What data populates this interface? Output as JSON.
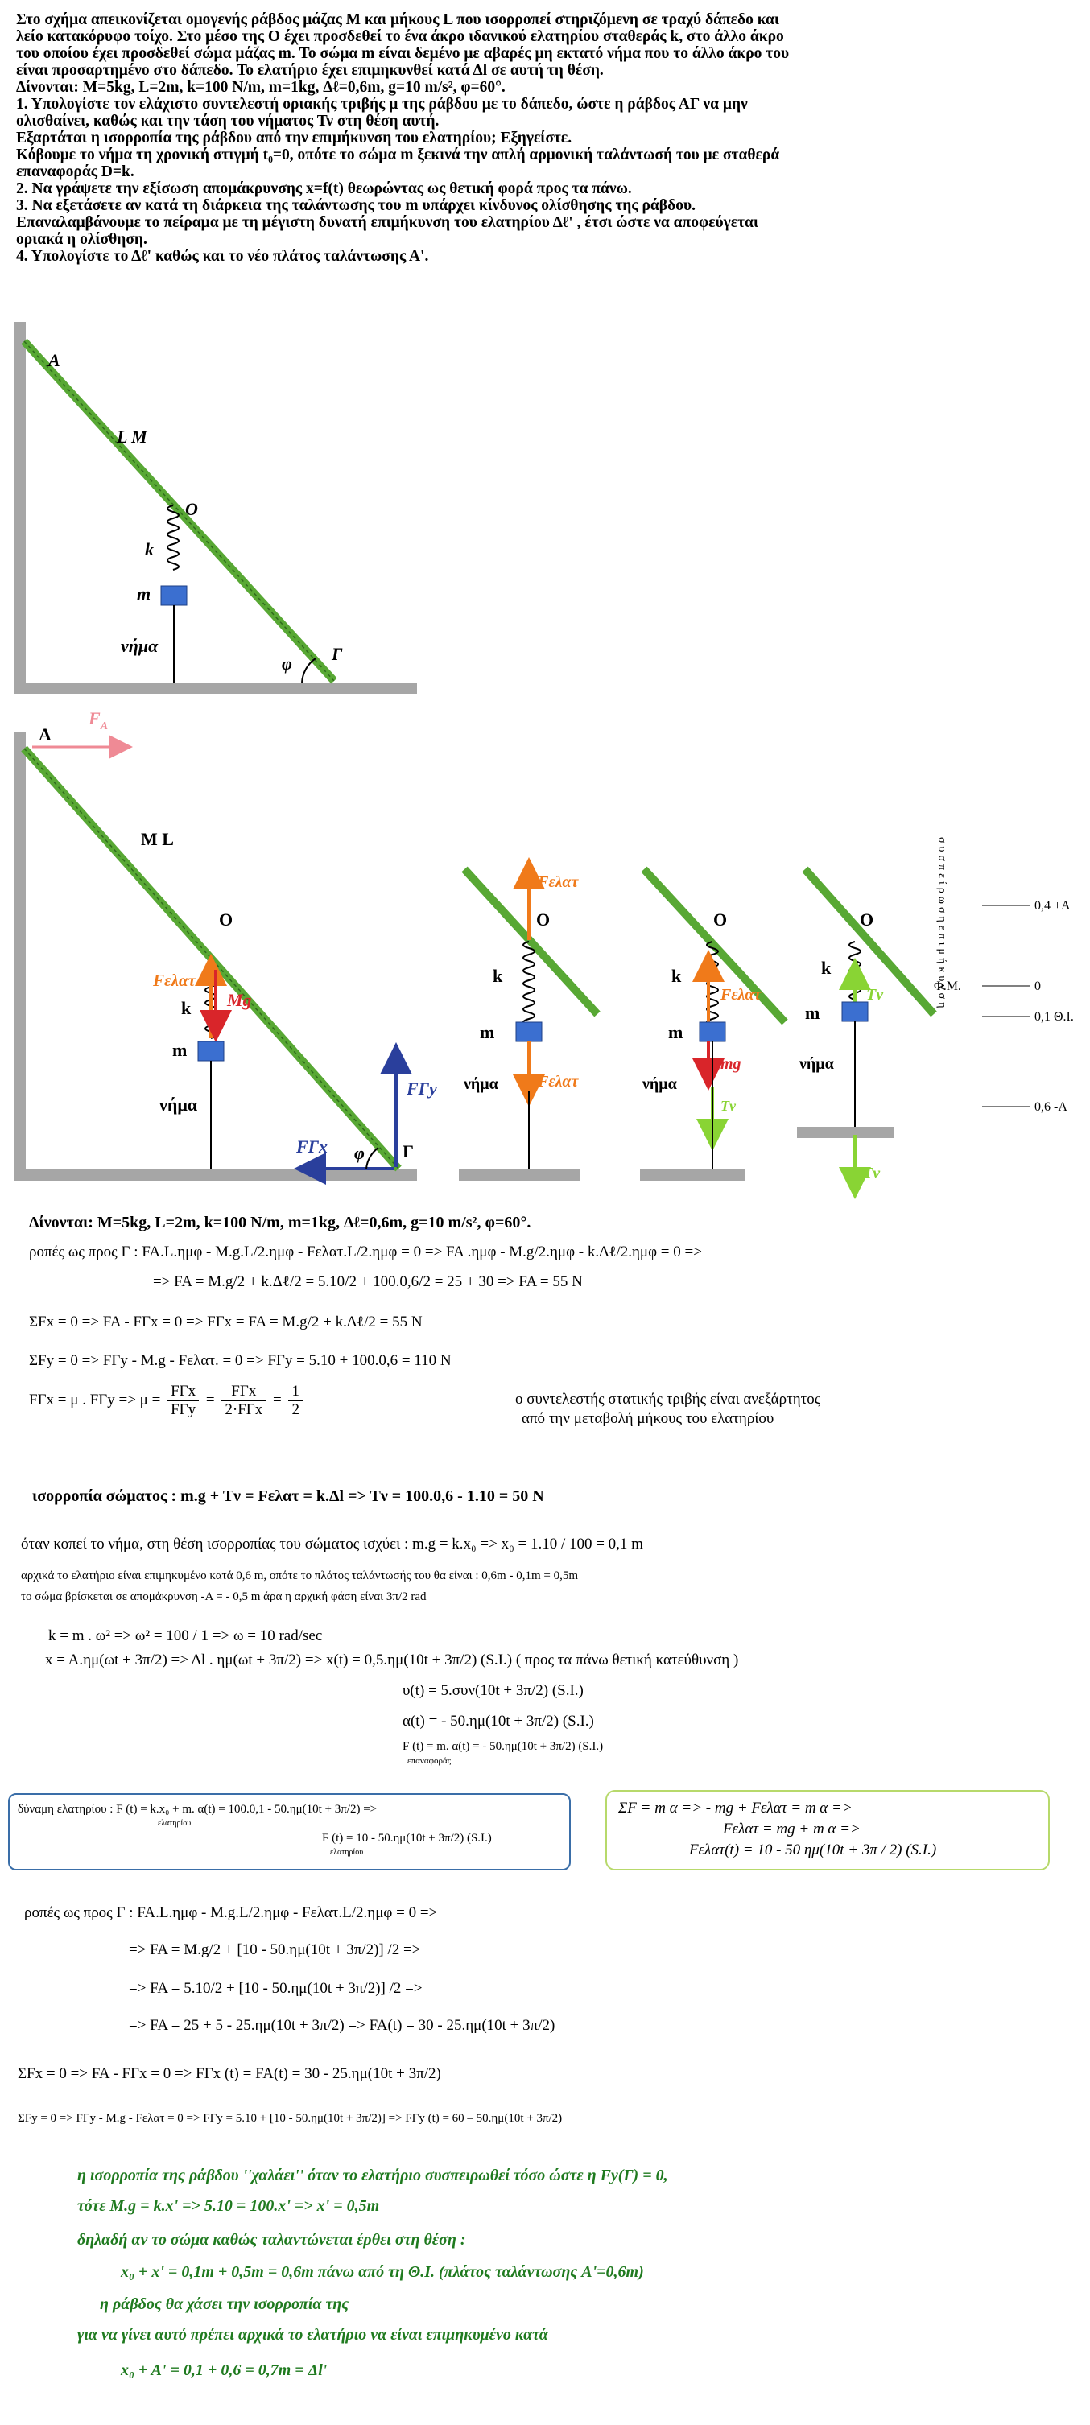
{
  "problem": {
    "lines": [
      "Στο σχήμα απεικονίζεται ομογενής ράβδος μάζας Μ και μήκους L που ισορροπεί στηριζόμενη σε τραχύ δάπεδο και",
      "λείο κατακόρυφο τοίχο.  Στο μέσο της Ο έχει προσδεθεί το ένα άκρο ιδανικού ελατηρίου σταθεράς k,  στο άλλο άκρο",
      "του οποίου έχει προσδεθεί σώμα μάζας m.  Το σώμα m είναι δεμένο με αβαρές μη εκτατό νήμα που το άλλο άκρο του",
      "είναι προσαρτημένο στο δάπεδο. Το ελατήριο έχει επιμηκυνθεί κατά Δl σε αυτή τη θέση.",
      "Δίνονται: M=5kg,  L=2m,  k=100 N/m,  m=1kg,  Δℓ=0,6m,  g=10 m/s², φ=60°.",
      "1.   Υπολογίστε τον ελάχιστο συντελεστή οριακής τριβής  μ  της ράβδου με το δάπεδο,  ώστε η ράβδος ΑΓ να μην",
      "ολισθαίνει, καθώς και την τάση του νήματος Τν  στη θέση αυτή.",
      "Εξαρτάται η ισορροπία της ράβδου από την επιμήκυνση του ελατηρίου; Εξηγείστε.",
      "Κόβουμε το νήμα τη χρονική στιγμή t₀=0,  οπότε το σώμα m ξεκινά την απλή αρμονική ταλάντωσή του με σταθερά",
      "επαναφοράς D=k.",
      "2.   Να γράψετε την εξίσωση απομάκρυνσης x=f(t)  θεωρώντας ως θετική φορά προς τα πάνω.",
      "3.   Να εξετάσετε αν κατά τη διάρκεια της ταλάντωσης του m  υπάρχει κίνδυνος ολίσθησης της ράβδου.",
      "Επαναλαμβάνουμε το πείραμα με τη μέγιστη δυνατή επιμήκυνση του ελατηρίου Δℓ' , έτσι ώστε να αποφεύγεται",
      "οριακά η ολίσθηση.",
      "4.   Υπολογίστε το Δℓ' καθώς και το νέο πλάτος ταλάντωσης Α'."
    ]
  },
  "fig1": {
    "label_A": "A",
    "label_LM": "L M",
    "label_O": "O",
    "label_k": "k",
    "label_m": "m",
    "label_thread": "νήμα",
    "label_phi": "φ",
    "label_G": "Γ"
  },
  "fig2": {
    "label_A": "A",
    "label_FA": "F",
    "label_FA_sub": "A",
    "label_ML": "M  L",
    "label_O": "O",
    "label_k": "k",
    "label_m": "m",
    "label_Fel": "Fελατ",
    "label_Mg": "Mg",
    "label_thread": "νήμα",
    "label_FGy": "FΓy",
    "label_FGx": "FΓx",
    "label_phi": "φ",
    "label_G": "Γ",
    "p2_Fel_top": "Fελατ",
    "p2_Fel_bot": "Fελατ",
    "p3_Fel": "Fελατ",
    "p3_mg": "mg",
    "p3_Tv": "Tν",
    "p4_Tv_top": "Tν",
    "p4_Tv_bot": "Tν",
    "vertical_word": "συσπείρωσηεπιμήκυνση",
    "scale": [
      "0,4  +A",
      "0",
      "0,1  Θ.Ι.",
      "0,6  -A"
    ],
    "scale_FM": "Φ.Μ."
  },
  "solution": {
    "given": "Δίνονται: M=5kg,  L=2m,  k=100 N/m,  m=1kg,  Δℓ=0,6m,  g=10 m/s², φ=60°.",
    "torque1": "ροπές ως προς Γ :   FA.L.ημφ  -   M.g.L/2.ημφ  -  Fελατ.L/2.ημφ  =  0  =>   FA .ημφ  -   M.g/2.ημφ  -  k.Δℓ/2.ημφ   =  0  =>",
    "torque2": "=>   FA  =  M.g/2  +  k.Δℓ/2  =  5.10/2  +  100.0,6/2  =  25 + 30  =>    FA = 55 N",
    "sumFx": "ΣFx  =  0  =>    FA  -  FΓx  =  0  =>    FΓx  =  FA  =  M.g/2  +  k.Δℓ/2   =   55 N",
    "sumFy": "ΣFy  =  0  =>    FΓy  -  M.g  -  Fελατ.   =  0  =>    FΓy  =  5.10  +  100.0,6   =  110 N",
    "friction_lhs": "FΓx  =  μ . FΓy    =>    μ  =",
    "frac1_num": "FΓx",
    "frac1_den": "FΓy",
    "eq": "=",
    "frac2_num": "FΓx",
    "frac2_den": "2·FΓx",
    "frac3_num": "1",
    "frac3_den": "2",
    "friction_note1": "ο συντελεστής στατικής τριβής είναι ανεξάρτητος",
    "friction_note2": "από την μεταβολή μήκους του ελατηρίου",
    "equilibrium": "ισορροπία σώματος :  m.g  +  Tν  =  Fελατ  =  k.Δl   =>    Tν  =  100.0,6  - 1.10  =  50 N",
    "cut1": "όταν κοπεί το νήμα,  στη θέση ισορροπίας του σώματος ισχύει :   m.g  =  k.x₀  =>  x₀ = 1.10 / 100 = 0,1 m",
    "cut2": "αρχικά το ελατήριο είναι επιμηκυμένο κατά  0,6 m,  οπότε το πλάτος ταλάντωσής του θα είναι :  0,6m - 0,1m = 0,5m",
    "cut3": "το σώμα βρίσκεται σε απομάκρυνση  -A = - 0,5 m   άρα η αρχική φάση είναι  3π/2 rad",
    "omega": "k = m . ω²    =>    ω²  = 100 / 1 =>  ω = 10 rad/sec",
    "x_eq": "x  =  A.ημ(ωt + 3π/2)  =>   Δl . ημ(ωt + 3π/2)  =>     x(t)   =  0,5.ημ(10t + 3π/2)   (S.I.)     ( προς τα πάνω θετική κατεύθυνση )",
    "v_eq": "υ(t)   =  5.συν(10t + 3π/2)   (S.I.)",
    "a_eq": "α(t)   =  - 50.ημ(10t + 3π/2)   (S.I.)",
    "F_eq": "F (t) = m. α(t)  =  - 50.ημ(10t + 3π/2)  (S.I.)",
    "F_sub": "επαναφοράς",
    "boxA1": "δύναμη ελατηρίου :   F   (t) =  k.x₀  +  m. α(t)  =  100.0,1 - 50.ημ(10t + 3π/2)    =>",
    "boxA1_sub": "ελατηρίου",
    "boxA2": "F   (t)  =  10 - 50.ημ(10t + 3π/2)   (S.I.)",
    "boxA2_sub": "ελατηρίου",
    "boxB1": "ΣF = m α =>  - mg + Fελατ = m α  =>",
    "boxB2": "Fελατ  =  mg + m α  =>",
    "boxB3": "Fελατ(t) =  10 - 50 ημ(10t + 3π / 2)   (S.I.)",
    "t2_1": "ροπές ως προς Γ :    FA.L.ημφ  -   M.g.L/2.ημφ  -  Fελατ.L/2.ημφ  =  0  =>",
    "t2_2": "=>   FA  =   M.g/2  +   [10 - 50.ημ(10t + 3π/2)] /2      =>",
    "t2_3": "=>   FA  =   5.10/2  +   [10 - 50.ημ(10t + 3π/2)] /2      =>",
    "t2_4": "=>   FA  =   25  +  5   -  25.ημ(10t + 3π/2)                 =>     FA(t)  =  30   -  25.ημ(10t + 3π/2)",
    "fx2": "ΣFx  =  0  =>    FA  -  FΓx  =  0  =>    FΓx (t)  =  FA(t)  =  30 - 25.ημ(10t + 3π/2)",
    "fy2": "ΣFy  =  0  =>     FΓy  - M.g  - Fελατ  =  0  =>     FΓy  =  5.10  +  [10 - 50.ημ(10t + 3π/2)]   =>    FΓy (t)  =  60  –  50.ημ(10t + 3π/2)",
    "g1": "η ισορροπία της ράβδου ''χαλάει'' όταν το ελατήριο συσπειρωθεί  τόσο ώστε η Fy(Γ) = 0,",
    "g2": "τότε  M.g  =  k.x'  =>  5.10 = 100.x'  =>  x' = 0,5m",
    "g3": "δηλαδή αν το σώμα καθώς ταλαντώνεται έρθει στη θέση :",
    "g4": "x₀ + x' = 0,1m + 0,5m = 0,6m  πάνω από τη Θ.Ι.    (πλάτος ταλάντωσης   A'=0,6m)",
    "g5": "η ράβδος θα χάσει την ισορροπία της",
    "g6": "για να γίνει αυτό πρέπει αρχικά το ελατήριο να είναι επιμηκυμένο κατά",
    "g7": "x₀ + A' = 0,1 + 0,6 = 0,7m = Δl'"
  }
}
